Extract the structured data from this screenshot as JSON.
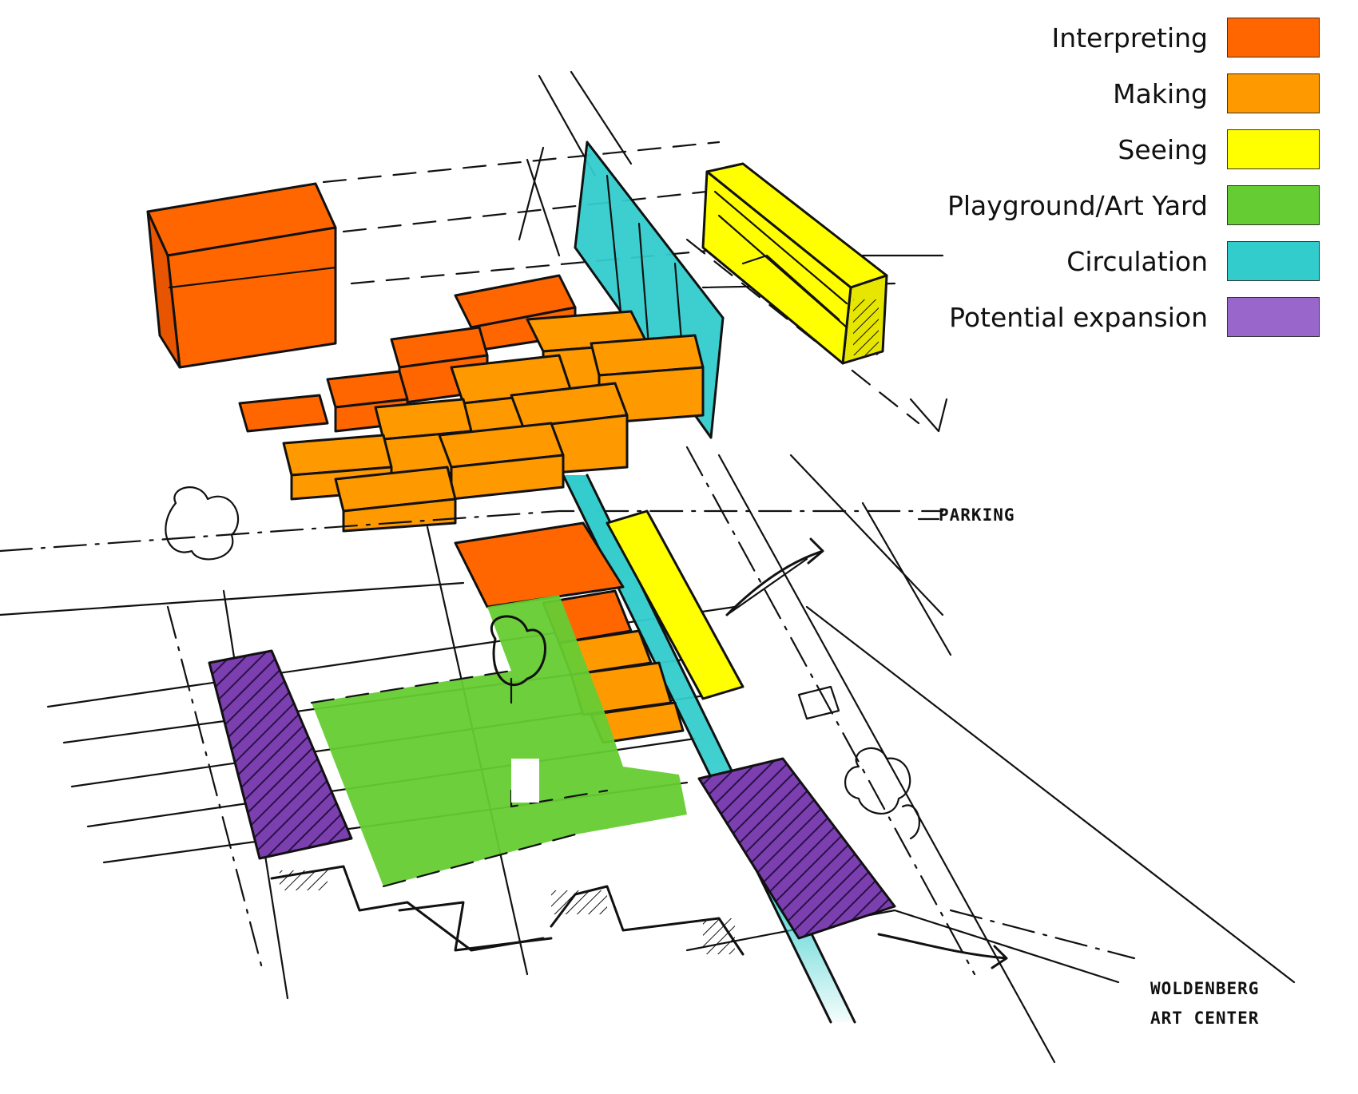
{
  "legend": [
    {
      "label": "Interpreting",
      "color": "#ff6600"
    },
    {
      "label": "Making",
      "color": "#ff9900"
    },
    {
      "label": "Seeing",
      "color": "#ffff00"
    },
    {
      "label": "Playground/Art Yard",
      "color": "#66cc33"
    },
    {
      "label": "Circulation",
      "color": "#33cccc"
    },
    {
      "label": "Potential expansion",
      "color": "#9966cc"
    }
  ],
  "annotations": {
    "parking": "PARKING",
    "center_line1": "WOLDENBERG",
    "center_line2": "ART CENTER"
  },
  "colors": {
    "interpreting": "#ff6600",
    "making": "#ff9900",
    "seeing": "#ffff00",
    "playground": "#66cc33",
    "circulation": "#33cccc",
    "expansion": "#7b3fb0",
    "ink": "#111111"
  }
}
